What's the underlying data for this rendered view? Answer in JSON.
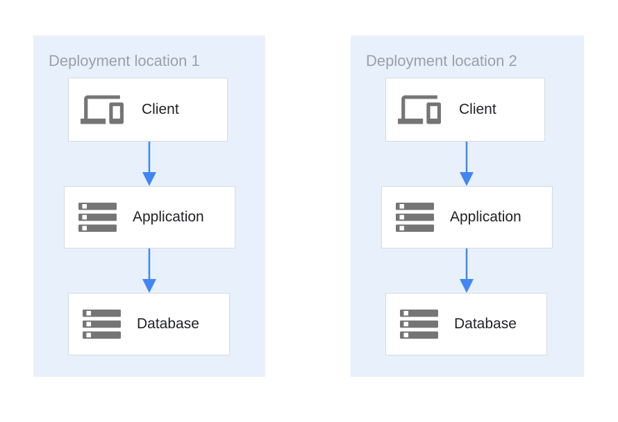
{
  "diagram": {
    "locations": [
      {
        "title": "Deployment location 1",
        "nodes": [
          {
            "label": "Client",
            "icon": "devices-icon"
          },
          {
            "label": "Application",
            "icon": "server-stack-icon"
          },
          {
            "label": "Database",
            "icon": "server-stack-icon"
          }
        ]
      },
      {
        "title": "Deployment location 2",
        "nodes": [
          {
            "label": "Client",
            "icon": "devices-icon"
          },
          {
            "label": "Application",
            "icon": "server-stack-icon"
          },
          {
            "label": "Database",
            "icon": "server-stack-icon"
          }
        ]
      }
    ],
    "connectors": [
      {
        "from": "Client",
        "to": "Application",
        "direction": "down"
      },
      {
        "from": "Application",
        "to": "Database",
        "direction": "down"
      }
    ],
    "colors": {
      "panel_background": "#E8F1FB",
      "arrow_blue": "#4285F4",
      "icon_gray": "#757575",
      "title_gray": "#9AA0A6",
      "node_border": "#D6D9DC",
      "label_color": "#202124",
      "node_background": "#FFFFFF"
    }
  }
}
